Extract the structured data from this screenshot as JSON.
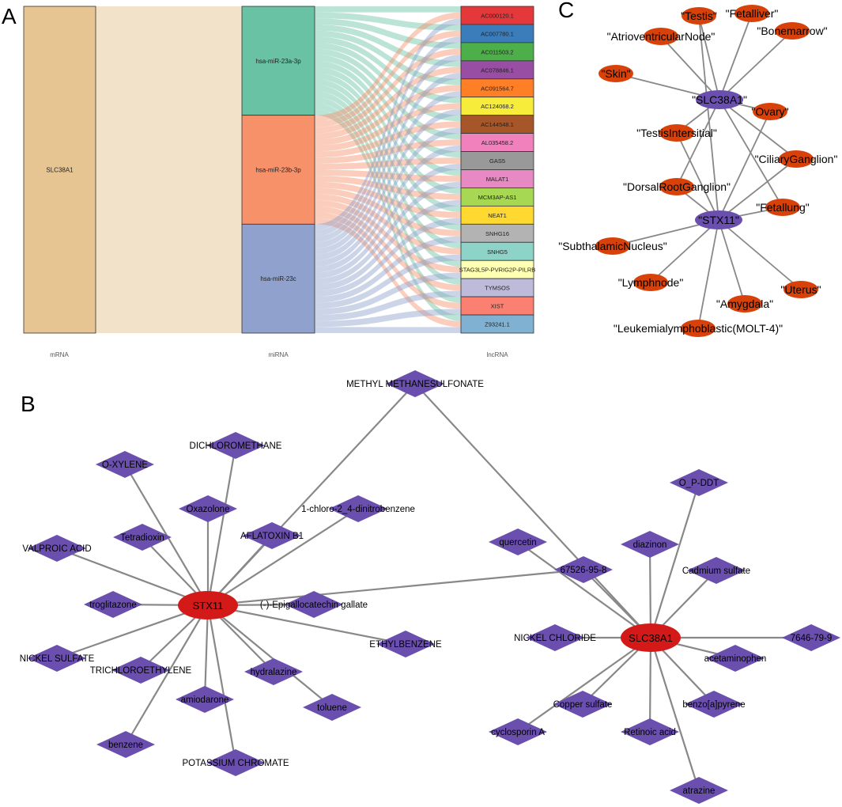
{
  "panels": {
    "a": {
      "letter": "A"
    },
    "b": {
      "letter": "B"
    },
    "c": {
      "letter": "C"
    }
  },
  "sankey": {
    "column_labels": {
      "mrna": "mRNA",
      "mirna": "miRNA",
      "lncrna": "lncRNA"
    },
    "mrna": {
      "name": "SLC38A1",
      "color": "#e6c593"
    },
    "mirnas": [
      {
        "name": "hsa-miR-23a-3p",
        "color": "#69c2a4"
      },
      {
        "name": "hsa-miR-23b-3p",
        "color": "#f7916a"
      },
      {
        "name": "hsa-miR-23c",
        "color": "#8fa1cc"
      }
    ],
    "lncrnas": [
      {
        "name": "AC000120.1",
        "color": "#e4383b"
      },
      {
        "name": "AC007780.1",
        "color": "#3b7dbb"
      },
      {
        "name": "AC011503.2",
        "color": "#4daf4a"
      },
      {
        "name": "AC078846.1",
        "color": "#984ea3"
      },
      {
        "name": "AC091564.7",
        "color": "#ff7f27"
      },
      {
        "name": "AC124068.2",
        "color": "#f7ec3a"
      },
      {
        "name": "AC144548.1",
        "color": "#a65628"
      },
      {
        "name": "AL035458.2",
        "color": "#f081bd"
      },
      {
        "name": "GAS5",
        "color": "#999999"
      },
      {
        "name": "MALAT1",
        "color": "#e78ac3"
      },
      {
        "name": "MCM3AP-AS1",
        "color": "#a6d854"
      },
      {
        "name": "NEAT1",
        "color": "#ffd92f"
      },
      {
        "name": "SNHG16",
        "color": "#b3b3b3"
      },
      {
        "name": "SNHG5",
        "color": "#8dd3c7"
      },
      {
        "name": "STAG3L5P-PVRIG2P-PILRB",
        "color": "#ffffb3"
      },
      {
        "name": "TYMSOS",
        "color": "#bebada"
      },
      {
        "name": "XIST",
        "color": "#fb8072"
      },
      {
        "name": "Z93241.1",
        "color": "#80b1d3"
      }
    ]
  },
  "network_b": {
    "node_color": "#6a4fae",
    "hub_color": "#d41919",
    "hubs": [
      "STX11",
      "SLC38A1"
    ],
    "chemicals_stx11": [
      "O-XYLENE",
      "DICHLOROMETHANE",
      "Oxazolone",
      "Tetradioxin",
      "VALPROIC ACID",
      "AFLATOXIN B1",
      "1-chloro-2_4-dinitrobenzene",
      "troglitazone",
      "(-)-Epigallocatechin gallate",
      "ETHYLBENZENE",
      "NICKEL SULFATE",
      "TRICHLOROETHYLENE",
      "hydralazine",
      "amiodarone",
      "toluene",
      "benzene",
      "POTASSIUM CHROMATE"
    ],
    "chemicals_shared": [
      "METHYL METHANESULFONATE",
      "67526-95-8"
    ],
    "chemicals_slc38a1": [
      "O_P-DDT",
      "quercetin",
      "diazinon",
      "Cadmium sulfate",
      "NICKEL CHLORIDE",
      "7646-79-9",
      "acetaminophen",
      "benzo[a]pyrene",
      "Copper sulfate",
      "cyclosporin A",
      "Retinoic acid",
      "atrazine"
    ]
  },
  "network_c": {
    "hub_color": "#6a4fae",
    "node_color": "#d8420a",
    "hubs": [
      "\"SLC38A1\"",
      "\"STX11\""
    ],
    "tissues": [
      "\"Testis\"",
      "\"Fetalliver\"",
      "\"AtrioventricularNode\"",
      "\"Bonemarrow\"",
      "\"Skin\"",
      "\"Ovary\"",
      "\"TestisIntersitial\"",
      "\"CiliaryGanglion\"",
      "\"DorsalRootGanglion\"",
      "\"Fetallung\"",
      "\"SubthalamicNucleus\"",
      "\"Lymphnode\"",
      "\"Uterus\"",
      "\"Amygdala\"",
      "\"Leukemialymphoblastic(MOLT-4)\""
    ]
  }
}
